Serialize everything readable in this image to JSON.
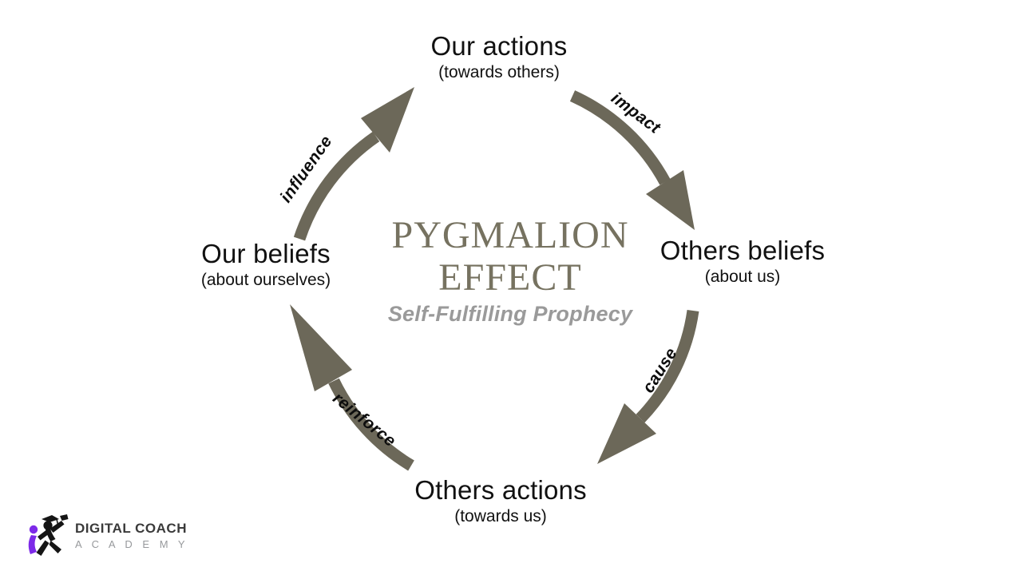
{
  "center": {
    "title_line1": "PYGMALION",
    "title_line2": "EFFECT",
    "subtitle": "Self-Fulfilling Prophecy"
  },
  "nodes": {
    "top": {
      "label": "Our actions",
      "sublabel": "(towards others)"
    },
    "right": {
      "label": "Others beliefs",
      "sublabel": "(about us)"
    },
    "bottom": {
      "label": "Others actions",
      "sublabel": "(towards us)"
    },
    "left": {
      "label": "Our beliefs",
      "sublabel": "(about ourselves)"
    }
  },
  "arrow_labels": {
    "top_left": "influence",
    "top_right": "impact",
    "bottom_right": "cause",
    "bottom_left": "reinforce"
  },
  "logo": {
    "name": "DIGITAL COACH",
    "subname": "A C A D E M Y"
  },
  "colors": {
    "arrow": "#6c6859",
    "center_title": "#767260",
    "center_subtitle": "#9a9a9a",
    "logo_purple": "#7d2ae8"
  }
}
